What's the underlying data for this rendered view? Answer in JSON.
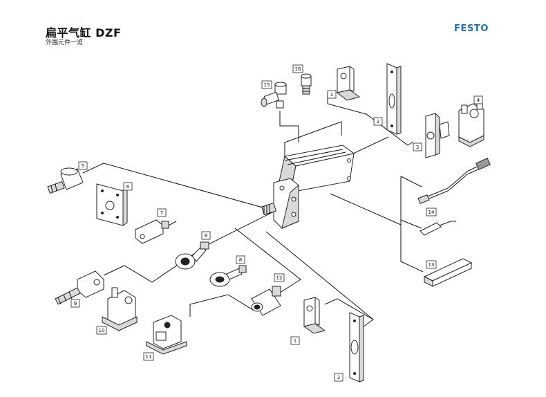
{
  "header": {
    "title": "扁平气缸 DZF",
    "subtitle": "外围元件一览",
    "brand": "FESTO",
    "brand_color": "#1a6fb5"
  },
  "callouts": [
    "1",
    "2",
    "3",
    "4",
    "5",
    "6",
    "7",
    "8",
    "9",
    "10",
    "11",
    "12",
    "13",
    "14",
    "15",
    "16"
  ]
}
